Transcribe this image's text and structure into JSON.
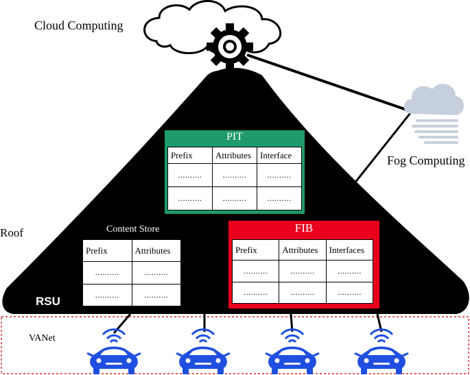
{
  "labels": {
    "cloud": "Cloud Computing",
    "fog": "Fog Computing",
    "roof": "Roof",
    "rsu": "RSU",
    "vanet": "VANet"
  },
  "pit": {
    "title": "PIT",
    "color": "#1f9a6a",
    "headers": [
      "Prefix",
      "Attributes",
      "Interface"
    ],
    "rows": [
      [
        "..........",
        "..........",
        ".........."
      ],
      [
        "..........",
        "..........",
        ".........."
      ]
    ]
  },
  "content_store": {
    "title": "Content Store",
    "headers": [
      "Prefix",
      "Attributes"
    ],
    "rows": [
      [
        "..........",
        ".........."
      ],
      [
        "..........",
        ".........."
      ]
    ]
  },
  "fib": {
    "title": "FIB",
    "color": "#e8001c",
    "headers": [
      "Prefix",
      "Attributes",
      "Interfaces"
    ],
    "rows": [
      [
        "..........",
        "..........",
        ".........."
      ],
      [
        "..........",
        "..........",
        ".........."
      ]
    ]
  },
  "colors": {
    "car": "#1f4fe0",
    "fog_cloud": "#c6d0dd",
    "vanet_border": "#d00000"
  }
}
